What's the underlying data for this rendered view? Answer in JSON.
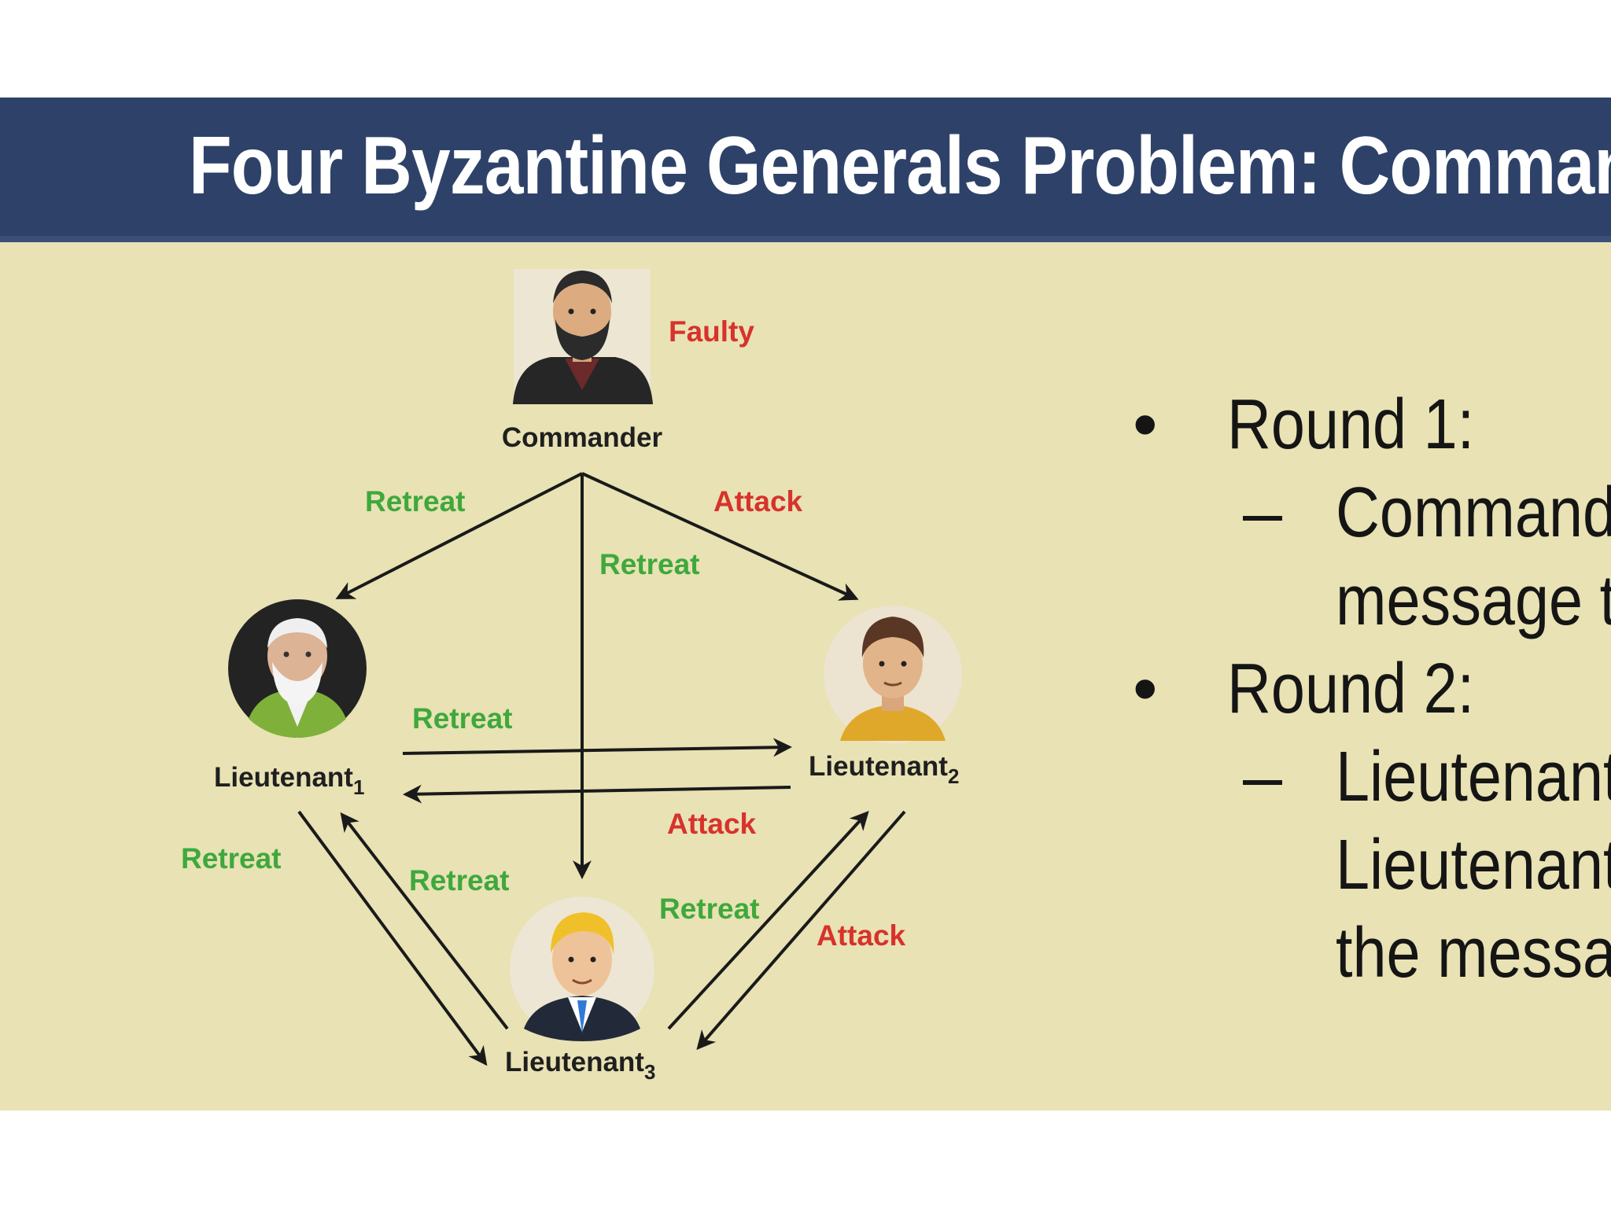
{
  "slide": {
    "title": "Four Byzantine Generals Problem: Comman"
  },
  "diagram": {
    "commander": {
      "label": "Commander",
      "status": "Faulty"
    },
    "lieutenant1": {
      "label": "Lieutenant",
      "sub": "1"
    },
    "lieutenant2": {
      "label": "Lieutenant",
      "sub": "2"
    },
    "lieutenant3": {
      "label": "Lieutenant",
      "sub": "3"
    },
    "messages": {
      "cmd_to_l1": "Retreat",
      "cmd_to_l2": "Attack",
      "cmd_to_l3": "Retreat",
      "l1_to_l2": "Retreat",
      "l2_to_l1": "Attack",
      "l1_to_l3": "Retreat",
      "l3_to_l1": "Retreat",
      "l3_to_l2": "Retreat",
      "l2_to_l3": "Attack"
    },
    "colors": {
      "retreat": "#3fa83c",
      "attack": "#d7322c",
      "arrow": "#1a1a1a"
    }
  },
  "bullets": [
    {
      "marker": "•",
      "text": "Round 1:",
      "subs": [
        {
          "marker": "–",
          "lines": [
            "Commande",
            "message t"
          ]
        }
      ]
    },
    {
      "marker": "•",
      "text": "Round 2:",
      "subs": [
        {
          "marker": "–",
          "lines": [
            "Lieutenant",
            "Lieutenant",
            "the messag"
          ]
        }
      ]
    }
  ]
}
